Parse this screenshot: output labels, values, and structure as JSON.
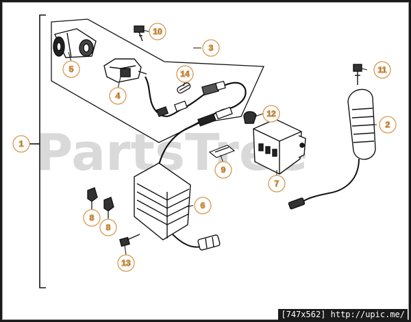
{
  "watermark": "PartsTree",
  "caption": "[747x562] http://upic.me/",
  "callouts": [
    "1",
    "2",
    "3",
    "4",
    "5",
    "6",
    "7",
    "8",
    "8",
    "9",
    "10",
    "11",
    "12",
    "13",
    "14"
  ],
  "colors": {
    "callout_ring": "#d59a52",
    "line": "#111111",
    "watermark": "#c9c9c9"
  }
}
